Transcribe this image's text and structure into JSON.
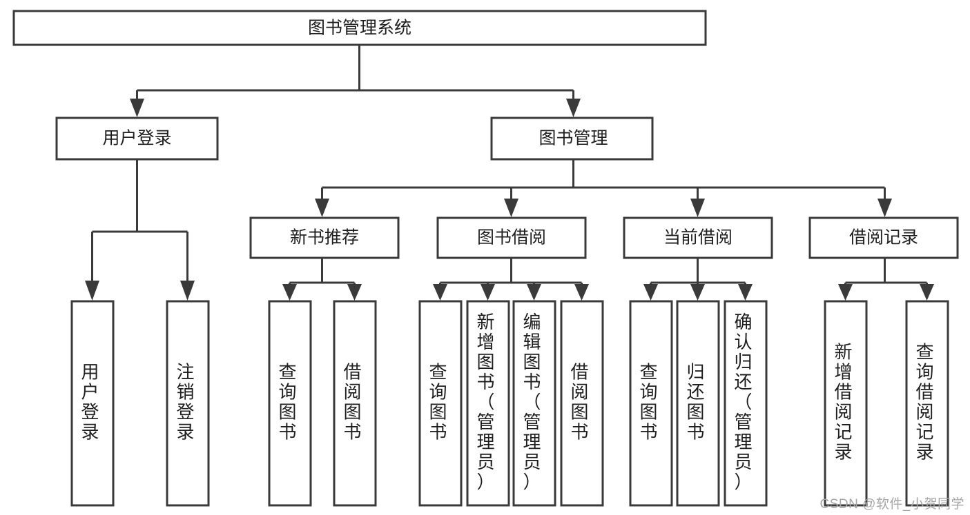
{
  "diagram": {
    "title": "图书管理系统",
    "watermark": "CSDN @软件_小贺同学",
    "colors": {
      "stroke": "#3a3a3a",
      "fill": "#ffffff",
      "text": "#1f1f1f",
      "watermark": "#a6a6a6"
    },
    "root": {
      "label": "图书管理系统"
    },
    "level2": [
      {
        "label": "用户登录"
      },
      {
        "label": "图书管理"
      }
    ],
    "level3": [
      {
        "label": "新书推荐"
      },
      {
        "label": "图书借阅"
      },
      {
        "label": "当前借阅"
      },
      {
        "label": "借阅记录"
      }
    ],
    "leaves": {
      "user_login": [
        {
          "label": "用户登录"
        },
        {
          "label": "注销登录"
        }
      ],
      "new_book_recommend": [
        {
          "label": "查询图书"
        },
        {
          "label": "借阅图书"
        }
      ],
      "book_borrow": [
        {
          "label": "查询图书"
        },
        {
          "label": "新增图书（管理员）"
        },
        {
          "label": "编辑图书（管理员）"
        },
        {
          "label": "借阅图书"
        }
      ],
      "current_borrow": [
        {
          "label": "查询图书"
        },
        {
          "label": "归还图书"
        },
        {
          "label": "确认归还（管理员）"
        }
      ],
      "borrow_records": [
        {
          "label": "新增借阅记录"
        },
        {
          "label": "查询借阅记录"
        }
      ]
    }
  }
}
